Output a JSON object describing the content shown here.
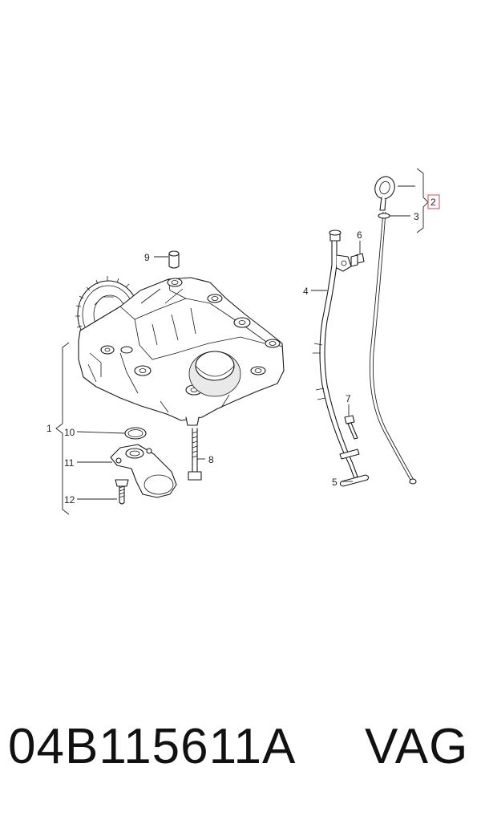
{
  "callouts": {
    "c1": "1",
    "c2": "2",
    "c3": "3",
    "c4": "4",
    "c5": "5",
    "c6": "6",
    "c7": "7",
    "c8": "8",
    "c9": "9",
    "c10": "10",
    "c11": "11",
    "c12": "12"
  },
  "highlight_color": "#e0474c",
  "footer": {
    "part_number": "04B115611A",
    "brand": "VAG"
  }
}
